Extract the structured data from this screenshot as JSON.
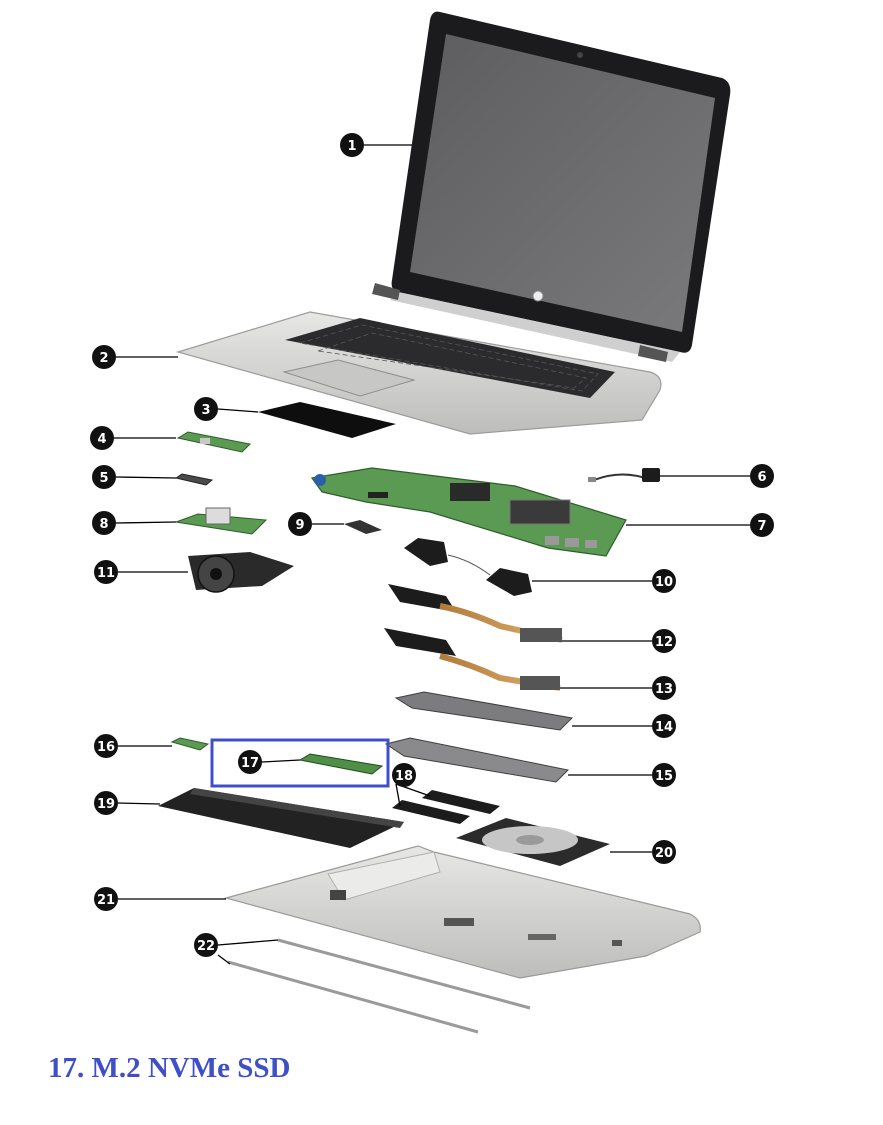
{
  "callouts": [
    "1",
    "2",
    "3",
    "4",
    "5",
    "6",
    "7",
    "8",
    "9",
    "10",
    "11",
    "12",
    "13",
    "14",
    "15",
    "16",
    "17",
    "18",
    "19",
    "20",
    "21",
    "22"
  ],
  "caption": "17. M.2 NVMe SSD",
  "colors": {
    "highlight": "#3f4fc8",
    "callout_fill": "#111111",
    "board_green": "#5a9a52",
    "chassis_silver": "#d4d4d2"
  }
}
